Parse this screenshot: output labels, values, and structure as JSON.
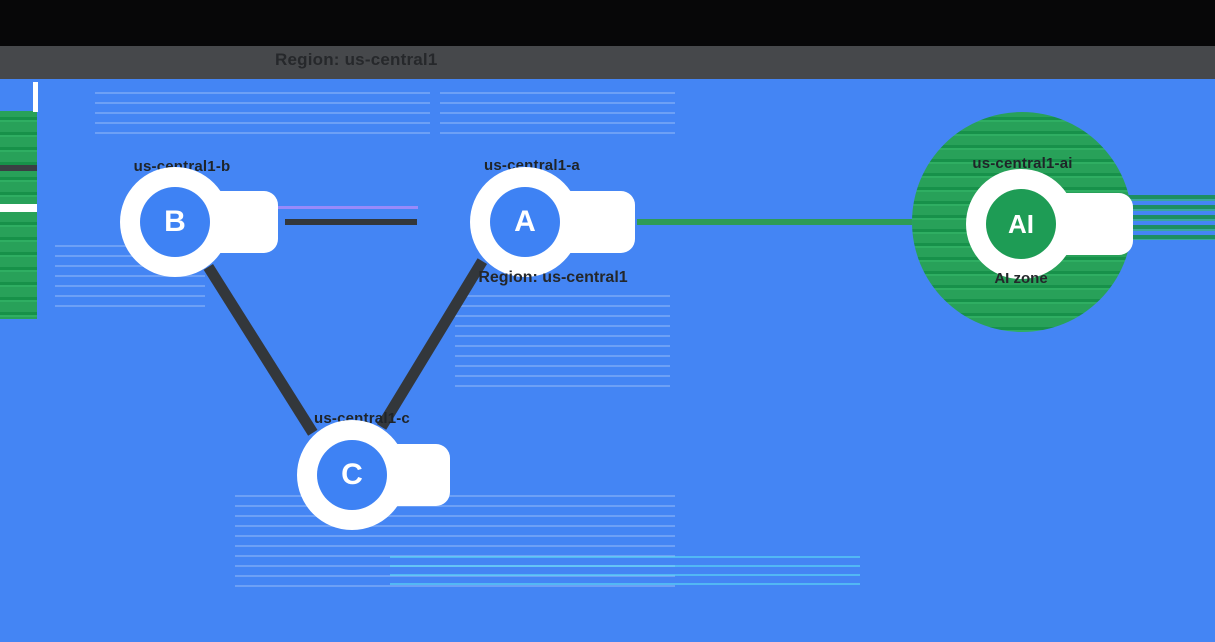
{
  "header": {
    "title": "Region: us-central1"
  },
  "diagram": {
    "zones": [
      {
        "id": "b",
        "letter": "B",
        "label": "us-central1-b"
      },
      {
        "id": "a",
        "letter": "A",
        "label": "us-central1-a",
        "sublabel": "Region: us-central1"
      },
      {
        "id": "c",
        "letter": "C",
        "label": "us-central1-c"
      },
      {
        "id": "ai",
        "letter": "AI",
        "label": "us-central1-ai",
        "sublabel": "AI zone"
      }
    ],
    "connectors": [
      {
        "from": "B",
        "to": "A",
        "color": "#33373b"
      },
      {
        "from": "B",
        "to": "C",
        "color": "#33373b"
      },
      {
        "from": "A",
        "to": "C",
        "color": "#33373b"
      },
      {
        "from": "A",
        "to": "AI",
        "color": "#2e9b55"
      }
    ],
    "colors": {
      "background_blue": "#4485f4",
      "zone_badge_blue": "#3e82f4",
      "ai_badge_green": "#1e9c55",
      "ai_cloud_green": "#28a159",
      "top_bar_black": "#070708",
      "title_band_gray": "#46484b",
      "connector_dark": "#33373b",
      "label_text": "#1f2428",
      "zone_circle_white": "#ffffff"
    }
  }
}
